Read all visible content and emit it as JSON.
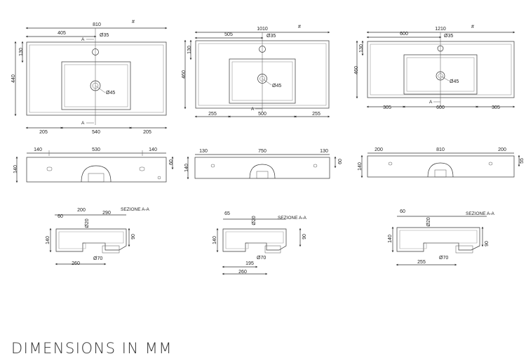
{
  "footer": {
    "title": "DIMENSIONS IN MM"
  },
  "hash_mark": "#",
  "section_label": "SEZIONE A-A",
  "section_marker": "A",
  "models": [
    {
      "top": {
        "width": "810",
        "left_offset": "405",
        "hole": "Ø35",
        "depth": "440",
        "rear": "130",
        "drain": "Ø45",
        "left": "205",
        "basin": "540",
        "right": "205"
      },
      "front": {
        "left": "140",
        "middle": "530",
        "right": "140",
        "height": "140",
        "side": "60"
      },
      "section": {
        "a": "60",
        "b": "200",
        "c": "290",
        "overflow": "Ø20",
        "height": "140",
        "inner": "90",
        "drain": "Ø70",
        "length": "260"
      }
    },
    {
      "top": {
        "width": "1010",
        "left_offset": "505",
        "hole": "Ø35",
        "depth": "460",
        "rear": "130",
        "drain": "Ø45",
        "left": "255",
        "basin": "500",
        "right": "255"
      },
      "front": {
        "left": "130",
        "middle": "750",
        "right": "130",
        "height": "140",
        "side": "60"
      },
      "section": {
        "a": "65",
        "overflow": "Ø20",
        "height": "140",
        "inner": "90",
        "drain": "Ø70",
        "mid": "195",
        "length": "260"
      }
    },
    {
      "top": {
        "width": "1210",
        "left_offset": "600",
        "hole": "Ø35",
        "depth": "460",
        "rear": "130",
        "drain": "Ø45",
        "left": "305",
        "basin": "600",
        "right": "305"
      },
      "front": {
        "left": "200",
        "middle": "810",
        "right": "200",
        "height": "140",
        "side": "55"
      },
      "section": {
        "a": "60",
        "overflow": "Ø20",
        "height": "140",
        "inner": "90",
        "drain": "Ø70",
        "length": "255"
      }
    }
  ]
}
